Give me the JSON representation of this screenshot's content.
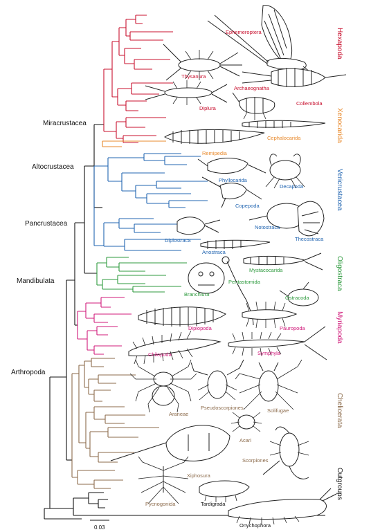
{
  "colors": {
    "black": "#111111",
    "hexapoda": "#c8102e",
    "xenocarida": "#e8892b",
    "vericrustacea": "#2064b0",
    "oligostraca": "#2e9a3e",
    "myriapoda": "#d0197a",
    "chelicerata": "#8b6a4a",
    "outgroups": "#111111"
  },
  "node_labels": {
    "miracrustacea": "Miracrustacea",
    "altocrustacea": "Altocrustacea",
    "pancrustacea": "Pancrustacea",
    "mandibulata": "Mandibulata",
    "arthropoda": "Arthropoda"
  },
  "groups": [
    {
      "key": "hexapoda",
      "label": "Hexapoda"
    },
    {
      "key": "xenocarida",
      "label": "Xenocarida"
    },
    {
      "key": "vericrustacea",
      "label": "Vericrustacea"
    },
    {
      "key": "oligostraca",
      "label": "Oligostraca"
    },
    {
      "key": "myriapoda",
      "label": "Myriapoda"
    },
    {
      "key": "chelicerata",
      "label": "Chelicerata"
    },
    {
      "key": "outgroups",
      "label": "Outgroups"
    }
  ],
  "taxa": [
    {
      "label": "Ephemeroptera",
      "group": "hexapoda"
    },
    {
      "label": "Thysanura",
      "group": "hexapoda"
    },
    {
      "label": "Archaeognatha",
      "group": "hexapoda"
    },
    {
      "label": "Diplura",
      "group": "hexapoda"
    },
    {
      "label": "Collembola",
      "group": "hexapoda"
    },
    {
      "label": "Cephalocarida",
      "group": "xenocarida"
    },
    {
      "label": "Remipedia",
      "group": "xenocarida"
    },
    {
      "label": "Phyllocarida",
      "group": "vericrustacea"
    },
    {
      "label": "Decapoda",
      "group": "vericrustacea"
    },
    {
      "label": "Copepoda",
      "group": "vericrustacea"
    },
    {
      "label": "Notostraca",
      "group": "vericrustacea"
    },
    {
      "label": "Diplostraca",
      "group": "vericrustacea"
    },
    {
      "label": "Thecostraca",
      "group": "vericrustacea"
    },
    {
      "label": "Anostraca",
      "group": "vericrustacea"
    },
    {
      "label": "Mystacocarida",
      "group": "oligostraca"
    },
    {
      "label": "Pentastomida",
      "group": "oligostraca"
    },
    {
      "label": "Branchiura",
      "group": "oligostraca"
    },
    {
      "label": "Ostracoda",
      "group": "oligostraca"
    },
    {
      "label": "Diplopoda",
      "group": "myriapoda"
    },
    {
      "label": "Pauropoda",
      "group": "myriapoda"
    },
    {
      "label": "Chilopoda",
      "group": "myriapoda"
    },
    {
      "label": "Symphyla",
      "group": "myriapoda"
    },
    {
      "label": "Araneae",
      "group": "chelicerata"
    },
    {
      "label": "Pseudoscorpiones",
      "group": "chelicerata"
    },
    {
      "label": "Solifugae",
      "group": "chelicerata"
    },
    {
      "label": "Acari",
      "group": "chelicerata"
    },
    {
      "label": "Scorpiones",
      "group": "chelicerata"
    },
    {
      "label": "Xiphosura",
      "group": "chelicerata"
    },
    {
      "label": "Pycnogonida",
      "group": "chelicerata"
    },
    {
      "label": "Tardigrada",
      "group": "outgroups"
    },
    {
      "label": "Onychophora",
      "group": "outgroups"
    }
  ],
  "scale_bar": {
    "label": "0.03"
  }
}
